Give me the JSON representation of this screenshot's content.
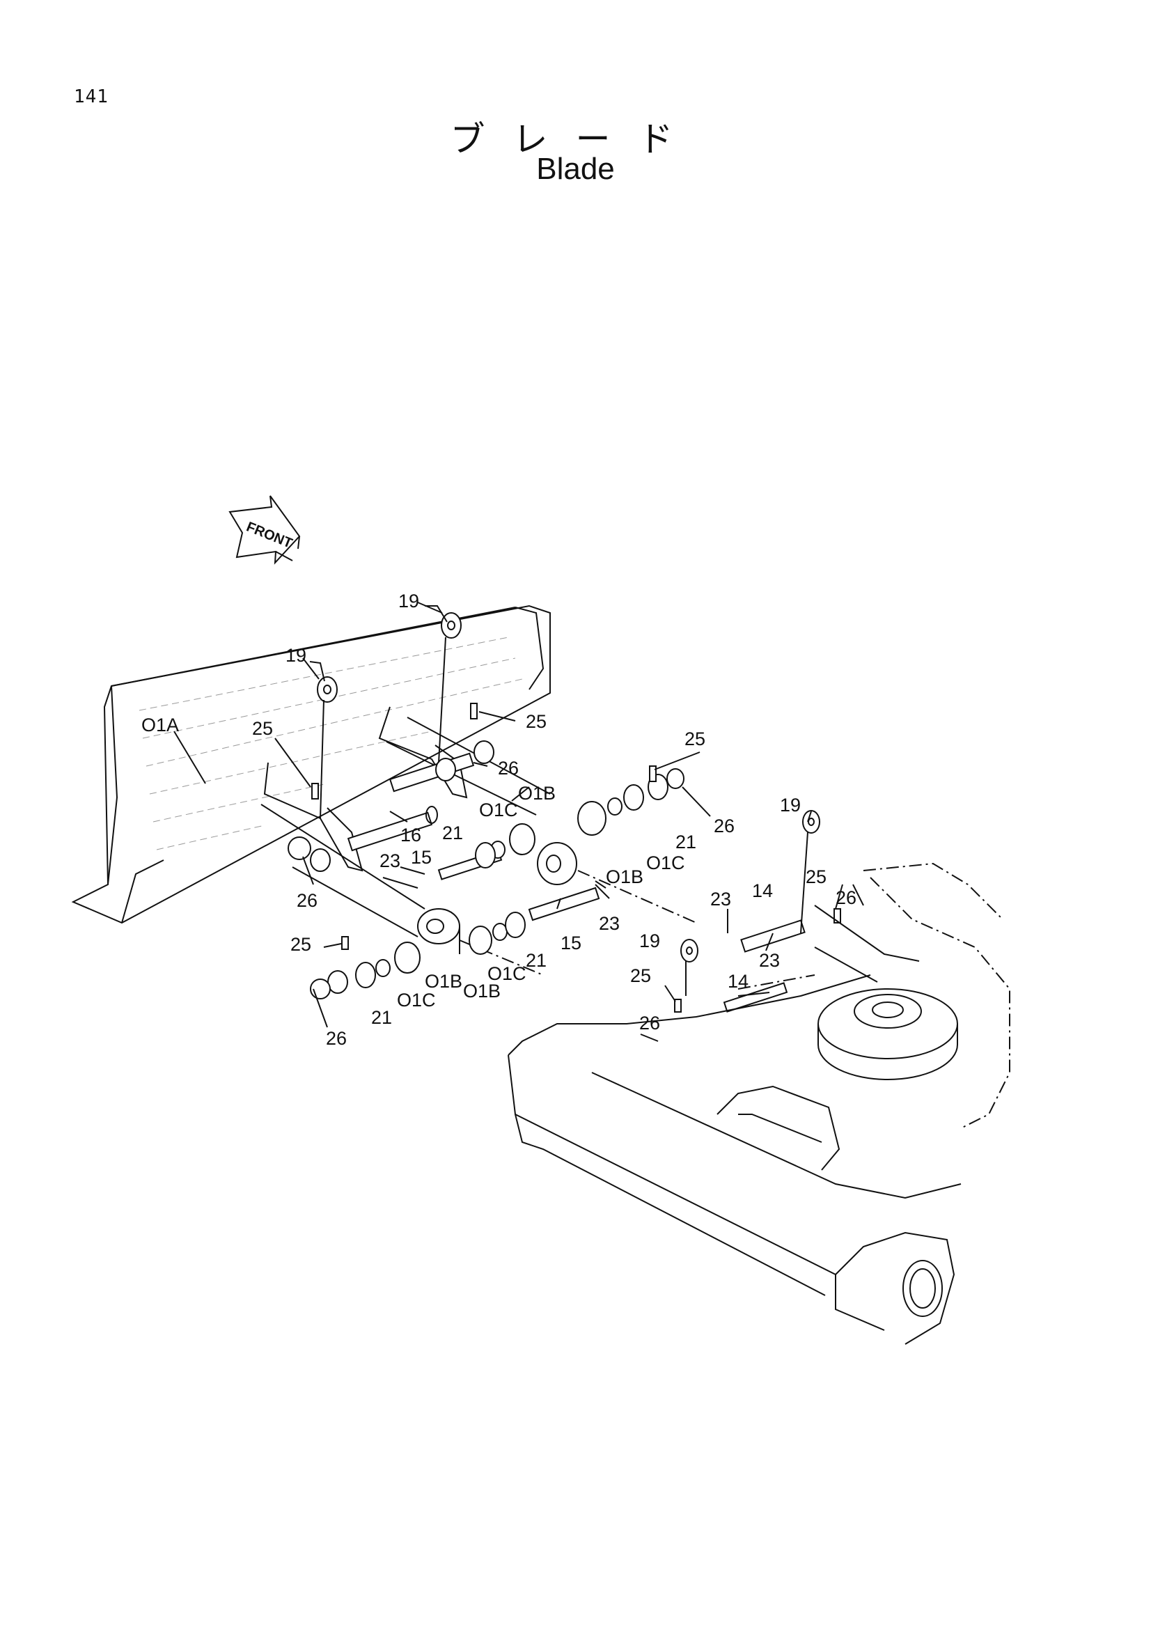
{
  "page_number": "141",
  "title_jp": "ブレード",
  "title_en": "Blade",
  "front_label": "FRONT",
  "callouts": [
    {
      "id": "c-19a",
      "text": "19"
    },
    {
      "id": "c-19b",
      "text": "19"
    },
    {
      "id": "c-19c",
      "text": "19"
    },
    {
      "id": "c-19d",
      "text": "19"
    },
    {
      "id": "c-01a",
      "text": "O1A"
    },
    {
      "id": "c-25a",
      "text": "25"
    },
    {
      "id": "c-25b",
      "text": "25"
    },
    {
      "id": "c-25c",
      "text": "25"
    },
    {
      "id": "c-25d",
      "text": "25"
    },
    {
      "id": "c-25e",
      "text": "25"
    },
    {
      "id": "c-25f",
      "text": "25"
    },
    {
      "id": "c-26a",
      "text": "26"
    },
    {
      "id": "c-26b",
      "text": "26"
    },
    {
      "id": "c-26c",
      "text": "26"
    },
    {
      "id": "c-26d",
      "text": "26"
    },
    {
      "id": "c-26e",
      "text": "26"
    },
    {
      "id": "c-26f",
      "text": "26"
    },
    {
      "id": "c-01b-a",
      "text": "O1B"
    },
    {
      "id": "c-01b-b",
      "text": "O1B"
    },
    {
      "id": "c-01b-c",
      "text": "O1B"
    },
    {
      "id": "c-01b-d",
      "text": "O1B"
    },
    {
      "id": "c-01c-a",
      "text": "O1C"
    },
    {
      "id": "c-01c-b",
      "text": "O1C"
    },
    {
      "id": "c-01c-c",
      "text": "O1C"
    },
    {
      "id": "c-01c-d",
      "text": "O1C"
    },
    {
      "id": "c-16",
      "text": "16"
    },
    {
      "id": "c-21a",
      "text": "21"
    },
    {
      "id": "c-21b",
      "text": "21"
    },
    {
      "id": "c-21c",
      "text": "21"
    },
    {
      "id": "c-21d",
      "text": "21"
    },
    {
      "id": "c-23a",
      "text": "23"
    },
    {
      "id": "c-23b",
      "text": "23"
    },
    {
      "id": "c-23c",
      "text": "23"
    },
    {
      "id": "c-23d",
      "text": "23"
    },
    {
      "id": "c-15a",
      "text": "15"
    },
    {
      "id": "c-15b",
      "text": "15"
    },
    {
      "id": "c-14a",
      "text": "14"
    },
    {
      "id": "c-14b",
      "text": "14"
    }
  ]
}
